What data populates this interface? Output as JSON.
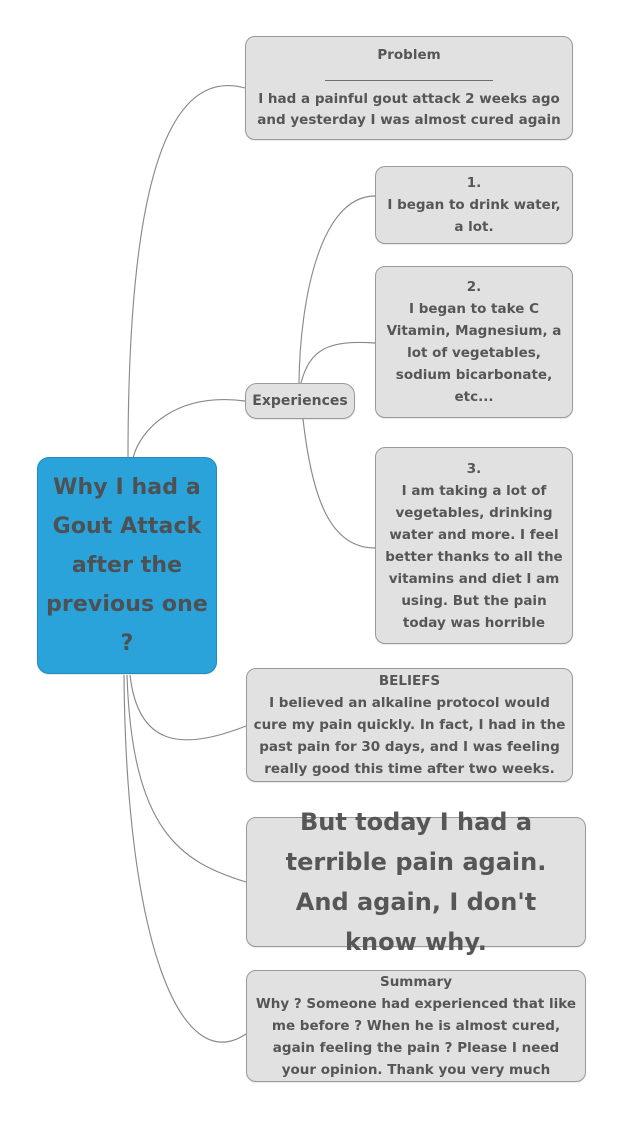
{
  "diagram": {
    "type": "mind-map",
    "title": "Why I had a Gout Attack after the previous one ?",
    "background_color": "#ffffff",
    "root_color": "#29a3da",
    "node_color": "#e1e1e1",
    "node_border_color": "#9a9a9a",
    "text_color": "#565656",
    "connector_color": "#8a8a8a"
  },
  "root": {
    "label": "Why I had a Gout Attack after the previous one ?"
  },
  "nodes": {
    "problem": {
      "title": "Problem",
      "body": "I had a painful gout attack 2 weeks ago and yesterday I was almost cured again"
    },
    "experiences": {
      "label": "Experiences"
    },
    "experience_1": {
      "number": "1.",
      "body": "I began to drink water, a lot."
    },
    "experience_2": {
      "number": "2.",
      "body": "I began to take C Vitamin, Magnesium, a lot of vegetables, sodium bicarbonate, etc..."
    },
    "experience_3": {
      "number": "3.",
      "body": "I am taking a lot of vegetables, drinking water and more. I feel better thanks to all the vitamins and diet I am using. But the pain today was horrible"
    },
    "beliefs": {
      "title": "BELIEFS",
      "body": "I believed an alkaline protocol would cure my pain quickly. In fact, I had in the past pain for 30 days, and I was feeling really good this time after two weeks."
    },
    "today": {
      "body": "But today I had a terrible pain again. And again, I don't know why."
    },
    "summary": {
      "title": "Summary",
      "body": "Why ? Someone had experienced that like me before ? When he is almost cured, again feeling the pain ? Please I need your opinion. Thank you very much"
    }
  }
}
